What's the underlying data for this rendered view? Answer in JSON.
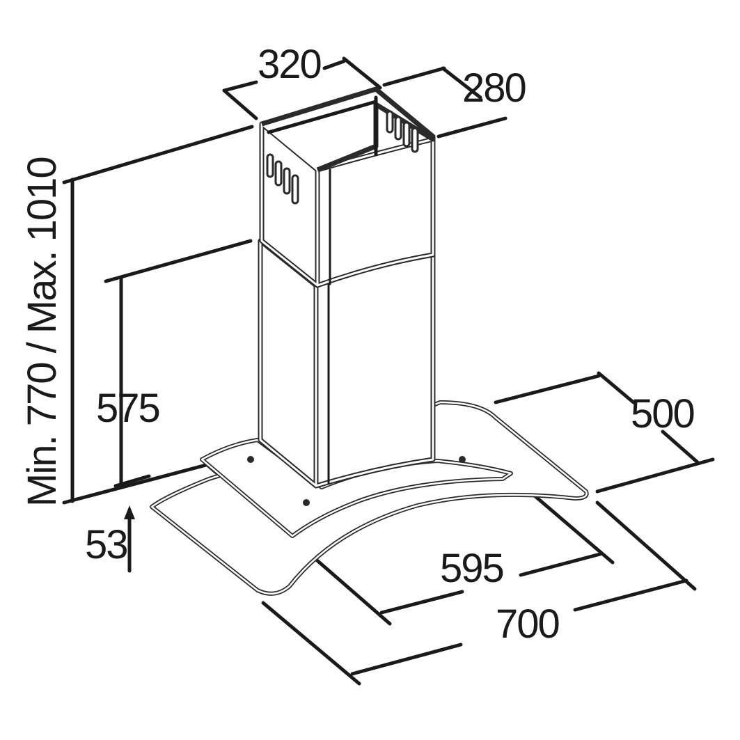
{
  "dimensions": {
    "duct_width": "320",
    "duct_depth": "280",
    "total_height": "Min. 770 / Max. 1010",
    "lower_height": "575",
    "glass_offset": "53",
    "hood_depth": "500",
    "body_width": "595",
    "glass_width": "700"
  },
  "colors": {
    "line": "#1a1a1a",
    "background": "#ffffff"
  }
}
